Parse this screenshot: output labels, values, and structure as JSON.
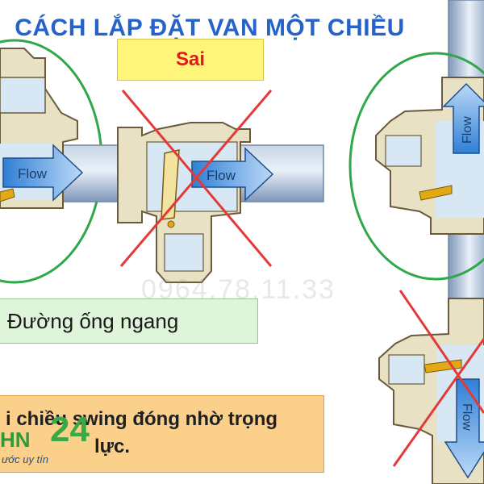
{
  "title": "CÁCH LẮP ĐẶT VAN MỘT CHIỀU",
  "wrong_label": "Sai",
  "horizontal_label": "Đường ống ngang",
  "note": {
    "line1": "i chiều swing đóng nhờ trọng",
    "line2": "lực."
  },
  "flow_labels": {
    "left": "Flow",
    "middle": "Flow",
    "right_up": "Flow",
    "right_down": "Flow"
  },
  "watermark": "0964.78.11.33",
  "logo": {
    "letters": "HN",
    "digit": "24",
    "tagline": "ước uy tín"
  },
  "colors": {
    "title": "#2563c9",
    "wrong_text": "#e11b1b",
    "cross": "#e23a3a",
    "circle": "#2fa84a",
    "arrow": "#3f86d6",
    "pipe": "#8ea6c4",
    "valve_body": "#e8e1c4",
    "valve_outline": "#6b5a3a"
  }
}
